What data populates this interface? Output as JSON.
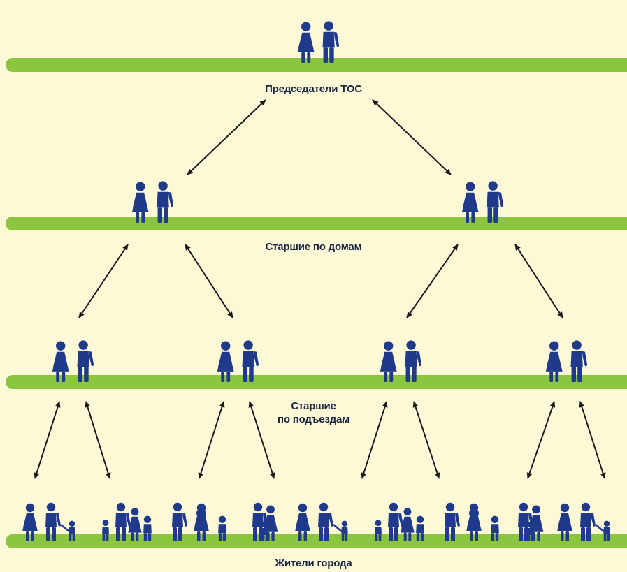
{
  "colors": {
    "background": "#fdf8d6",
    "bar": "#8cc63f",
    "figure": "#1f3a8a",
    "arrow": "#1a1a1a",
    "text": "#17243f"
  },
  "icons": {
    "couple": "couple-icon",
    "family_a": "family-with-child-icon",
    "family_b": "large-family-icon",
    "family_c": "family-with-baby-icon",
    "family_d": "parent-holding-child-icon"
  },
  "levels": [
    {
      "id": "chairs",
      "label_lines": [
        "Председатели ТОС"
      ]
    },
    {
      "id": "house",
      "label_lines": [
        "Старшие по домам"
      ]
    },
    {
      "id": "entrance",
      "label_lines": [
        "Старшие",
        "по подъездам"
      ]
    },
    {
      "id": "residents",
      "label_lines": [
        "Жители города"
      ]
    }
  ]
}
